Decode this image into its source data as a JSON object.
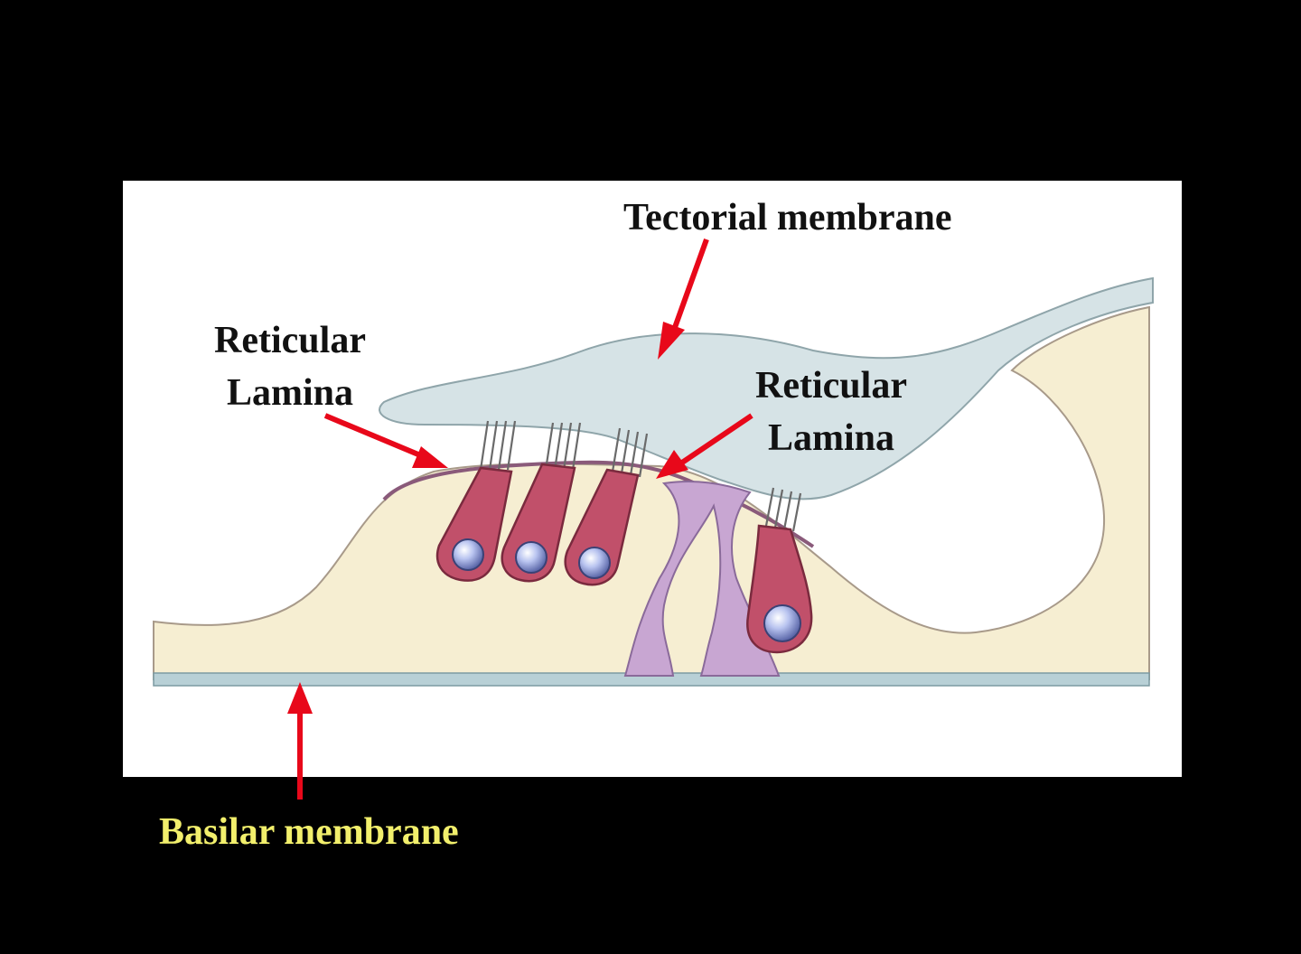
{
  "labels": {
    "tectorial_membrane": "Tectorial membrane",
    "reticular_lamina_left": {
      "line1": "Reticular",
      "line2": "Lamina"
    },
    "reticular_lamina_right": {
      "line1": "Reticular",
      "line2": "Lamina"
    },
    "basilar_membrane": "Basilar membrane"
  },
  "colors": {
    "background": "#000000",
    "panel": "#ffffff",
    "tissue": "#f6eed2",
    "tectorial_membrane": "#d6e3e6",
    "hair_cell": "#c1506a",
    "nucleus": "#a8b4e6",
    "pillar_cells": "#c8a6d2",
    "basilar_membrane": "#b8d0d6",
    "arrow": "#e8081a",
    "label_dark": "#111111",
    "label_yellow": "#f2ef6c"
  }
}
